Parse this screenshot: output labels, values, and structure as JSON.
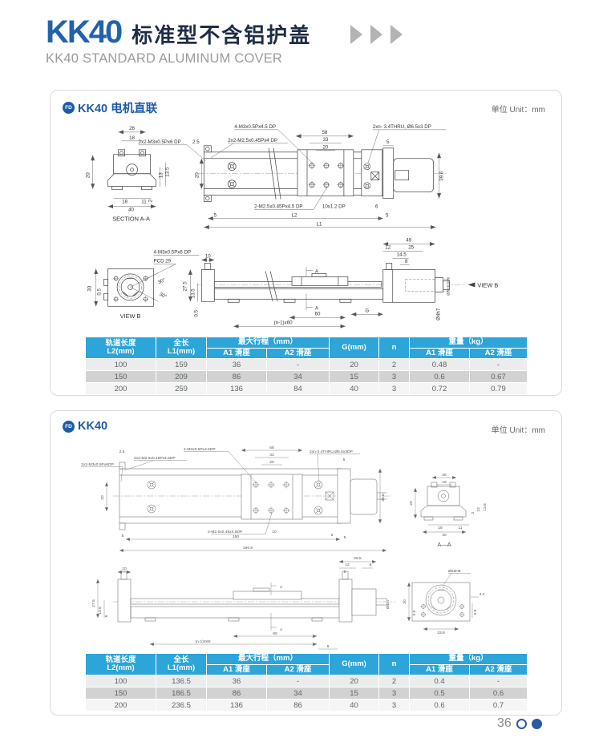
{
  "header": {
    "model": "KK40",
    "title_cn": "标准型不含铝护盖",
    "subtitle": "KK40 STANDARD ALUMINUM COVER"
  },
  "footer": {
    "page": "36"
  },
  "panel1": {
    "badge": "FD",
    "title": "KK40 电机直联",
    "unit": "单位 Unit：mm",
    "section": {
      "d26": "26",
      "d18": "18",
      "d20": "20",
      "d13": "13",
      "d135": "13.5",
      "d2": "2",
      "d18b": "18",
      "d11": "11",
      "d40": "40",
      "caption": "SECTION A-A"
    },
    "plan": {
      "t_m3": "4-M3x0.5Px4.5 DP",
      "t_thru": "2xn- 3.4THRU, Ø6.5x3 DP",
      "t_2x2m3": "2x2-M3x0.5Px6 DP",
      "d25": "2.5",
      "t_2x2m25": "2x2-M2.5x0.45Px4 DP",
      "t_2m25": "2-M2.5x0.45Px4.5 DP",
      "t_pitch": "10x1.2 DP",
      "d58": "58",
      "d33": "33",
      "d20": "20",
      "d20v": "20",
      "d5t": "5",
      "d5l": "5",
      "d5r": "5",
      "d6": "6",
      "d396": "39.6",
      "L2": "L2",
      "L1": "L1"
    },
    "viewb": {
      "t_m3": "4-M3x0.5Px6 DP",
      "pcd": "PCD 29",
      "d30": "30",
      "d05": "0.5",
      "a30": "30°",
      "a30b": "30°",
      "caption": "VIEW B"
    },
    "side": {
      "d10": "10",
      "d275": "27.5",
      "d135": "13.5",
      "d05": "0.5",
      "d49": "49",
      "d12": "12",
      "d25": "25",
      "d145": "14.5",
      "d8": "8",
      "a": "A",
      "d60": "60",
      "dn": "(n-1)x60",
      "g": "G",
      "dia20": "Ø20+0.03/0",
      "dia4": "Ø4h7",
      "viewb": "VIEW B"
    }
  },
  "panel2": {
    "badge": "FD",
    "title": "KK40",
    "unit": "单位 Unit：mm",
    "plan": {
      "d25": "2.5",
      "t_2x2m25": "2x2-M2.5x0.45Px4.5DP",
      "t_2x2m3": "2x2-M3x0.5Px6DP",
      "t_m3": "4-M3x0.5Px4.5DP",
      "d58": "58",
      "d33": "33",
      "d20": "20",
      "t_thru": "2xn-3.4THRU,Ø6.5x3DP",
      "d5t": "5",
      "d20v": "20",
      "d5l": "5",
      "d150": "150",
      "d1865": "186.5",
      "t_2m25": "2-M2.5x0.45x4.5DP",
      "d10": "10",
      "d6": "6",
      "d5r": "5",
      "d396": "39.6"
    },
    "aa": {
      "d26": "26",
      "d18": "18",
      "d20": "20",
      "d2": "2",
      "d13": "13",
      "d135": "13.5",
      "d18b": "18",
      "d11": "11",
      "d40": "40",
      "caption": "A—A"
    },
    "side": {
      "d10": "10",
      "d275": "27.5",
      "d135": "13.5",
      "d5": "5",
      "a": "A",
      "d60": "60",
      "dn": "(n-1)X60",
      "d6": "6",
      "d265": "26.5",
      "d12": "12",
      "d8": "8",
      "d5r": "5",
      "dia4": "Ø4h7"
    },
    "face": {
      "dia": "Ø23H8",
      "d30": "30",
      "d05": "0.5",
      "d32": "3.2",
      "d65": "6.5",
      "d338": "33.8"
    }
  },
  "tables": {
    "header": {
      "c1a": "轨道长度",
      "c1b": "L2(mm)",
      "c2a": "全长",
      "c2b": "L1(mm)",
      "c3": "最大行程（mm）",
      "c4": "G(mm)",
      "c5": "n",
      "c6": "重量（kg）",
      "a1": "A1 滑座",
      "a2": "A2 滑座"
    },
    "p1_rows": [
      [
        "100",
        "159",
        "36",
        "-",
        "20",
        "2",
        "0.48",
        "-"
      ],
      [
        "150",
        "209",
        "86",
        "34",
        "15",
        "3",
        "0.6",
        "0.67"
      ],
      [
        "200",
        "259",
        "136",
        "84",
        "40",
        "3",
        "0.72",
        "0.79"
      ]
    ],
    "p2_rows": [
      [
        "100",
        "136.5",
        "36",
        "-",
        "20",
        "2",
        "0.4",
        "-"
      ],
      [
        "150",
        "186.5",
        "86",
        "34",
        "15",
        "3",
        "0.5",
        "0.6"
      ],
      [
        "200",
        "236.5",
        "136",
        "86",
        "40",
        "3",
        "0.6",
        "0.7"
      ]
    ]
  }
}
